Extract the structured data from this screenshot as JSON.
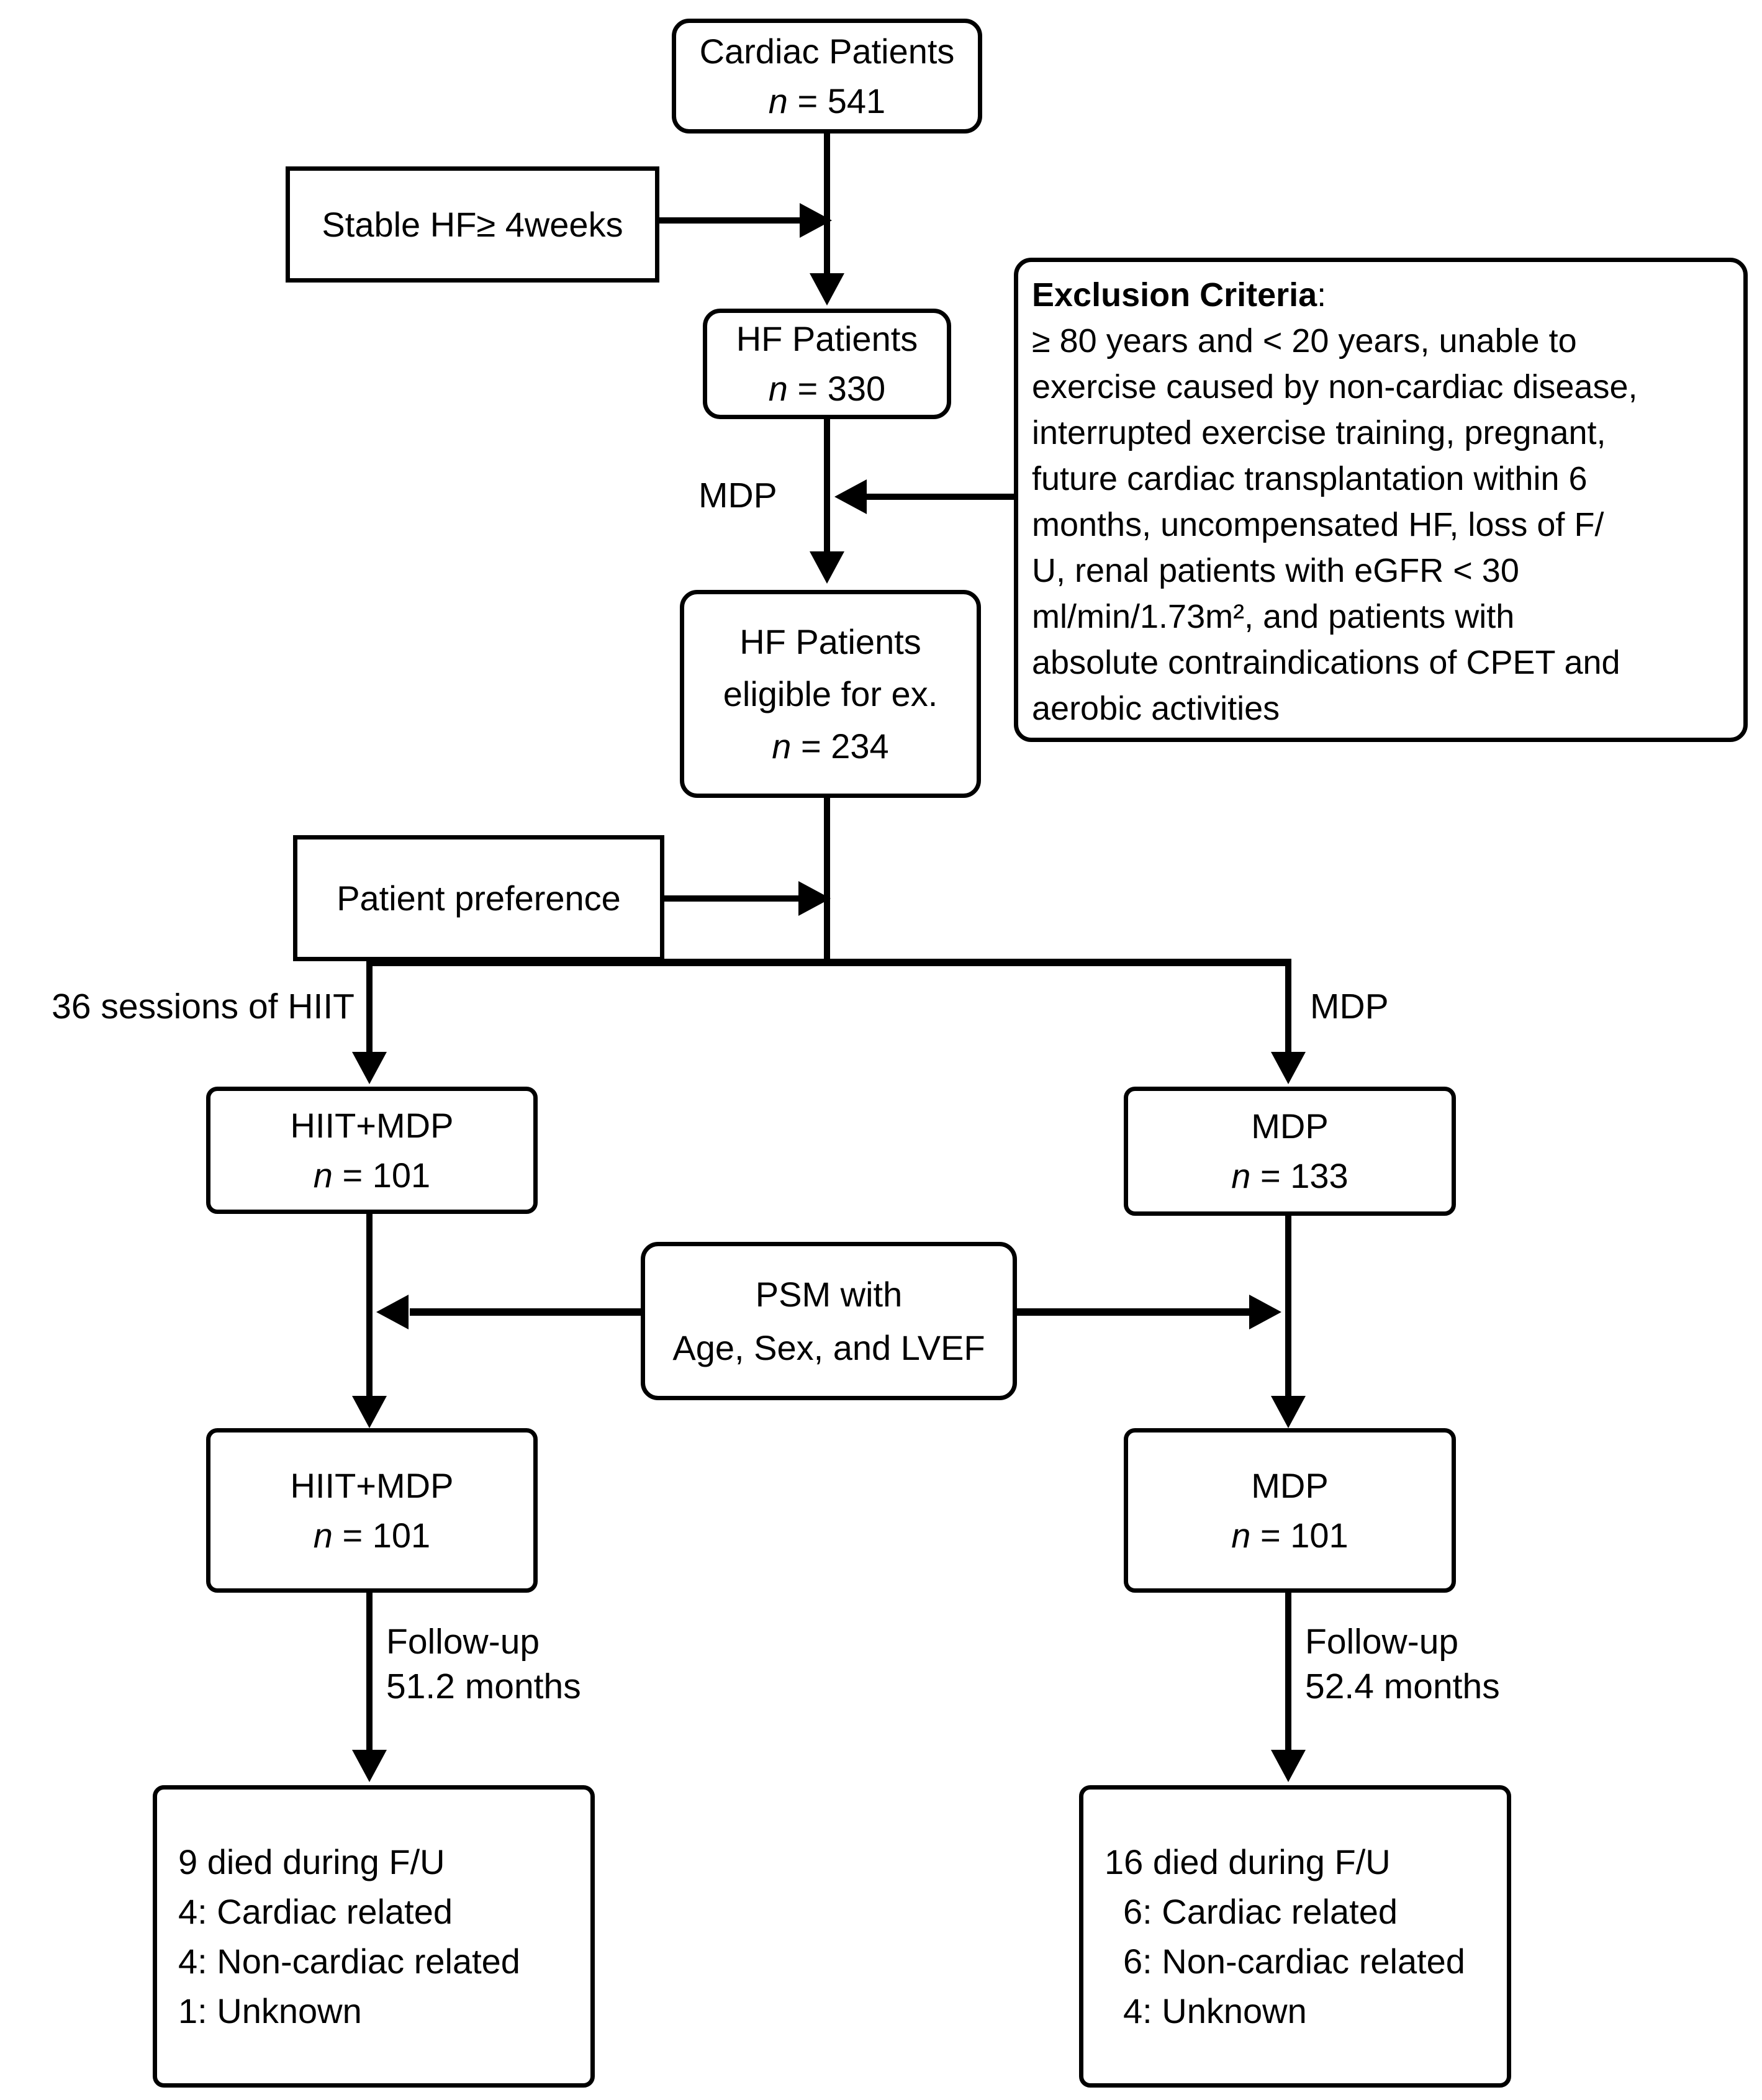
{
  "boxes": {
    "cardiac": {
      "line1": "Cardiac Patients",
      "n_italic": "n",
      "n_rest": " = 541"
    },
    "stable_hf": {
      "label": "Stable HF≥ 4weeks"
    },
    "hf_patients": {
      "line1": "HF Patients",
      "n_italic": "n",
      "n_rest": " = 330"
    },
    "exclusion": {
      "heading": "Exclusion Criteria",
      "heading_colon": ":",
      "lines": [
        "≥ 80 years and < 20 years, unable to",
        "exercise caused by non-cardiac disease,",
        "interrupted exercise training,  pregnant,",
        "future cardiac transplantation within 6",
        "months, uncompensated HF, loss of F/",
        "U, renal patients with eGFR < 30",
        "ml/min/1.73m², and patients with",
        "absolute contraindications of CPET and",
        "aerobic activities"
      ]
    },
    "eligible": {
      "line1": "HF Patients",
      "line2": "eligible for ex.",
      "n_italic": "n",
      "n_rest": " = 234"
    },
    "patient_preference": {
      "label": "Patient preference"
    },
    "hiit_mdp_1": {
      "line1": "HIIT+MDP",
      "n_italic": "n",
      "n_rest": " = 101"
    },
    "mdp_133": {
      "line1": "MDP",
      "n_italic": "n",
      "n_rest": " = 133"
    },
    "psm": {
      "line1": "PSM with",
      "line2": "Age, Sex, and LVEF"
    },
    "hiit_mdp_2": {
      "line1": "HIIT+MDP",
      "n_italic": "n",
      "n_rest": " = 101"
    },
    "mdp_101": {
      "line1": "MDP",
      "n_italic": "n",
      "n_rest": " = 101"
    },
    "outcome_left": {
      "lines": [
        "9 died during F/U",
        "4: Cardiac related",
        "4: Non-cardiac related",
        "1: Unknown"
      ]
    },
    "outcome_right": {
      "lines": [
        "16 died during F/U",
        "6: Cardiac related",
        "6: Non-cardiac related",
        "4: Unknown"
      ]
    }
  },
  "labels": {
    "mdp_exclusion": "MDP",
    "sessions_hiit": "36 sessions of HIIT",
    "mdp_branch": "MDP",
    "followup_left_1": "Follow-up",
    "followup_left_2": "51.2 months",
    "followup_right_1": "Follow-up",
    "followup_right_2": "52.4 months"
  },
  "colors": {
    "line": "#000000",
    "background": "#ffffff",
    "text": "#000000"
  }
}
